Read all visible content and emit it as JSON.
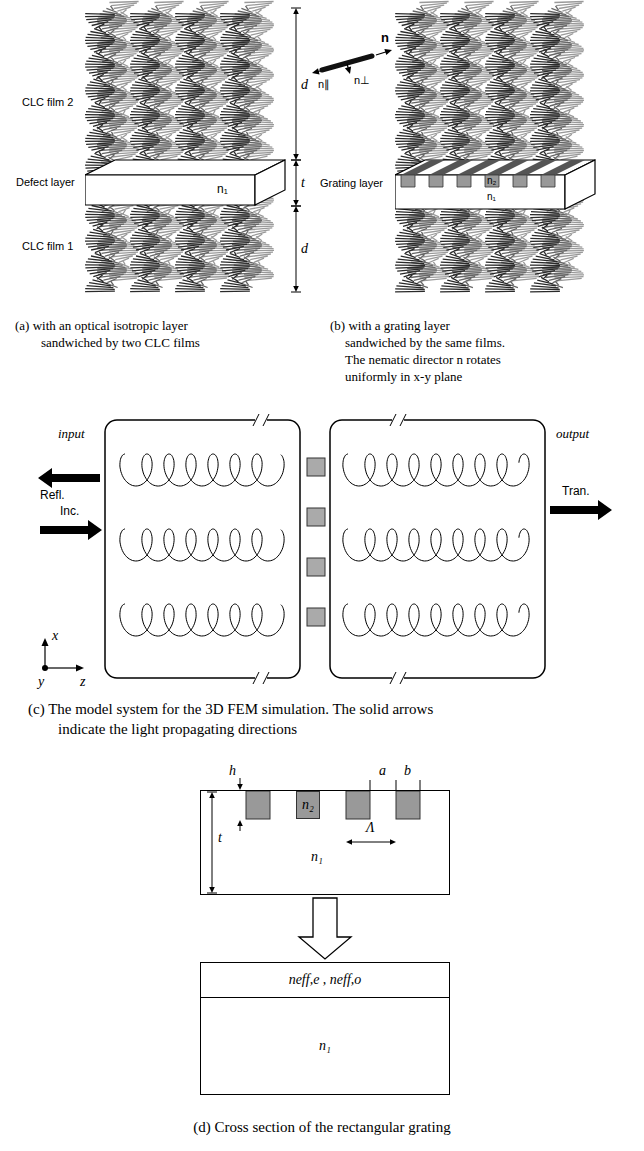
{
  "diagram": {
    "nodes": [
      {
        "text": [
          "n₁"
        ]
      },
      {
        "text": [
          "n₂",
          "n₁"
        ]
      },
      {
        "text": [
          "n₁"
        ]
      },
      {
        "text": [
          "n₂"
        ],
        "in": 2
      },
      {
        "text": [
          "neff,e , neff,o"
        ]
      },
      {
        "text": [
          "n₁"
        ]
      }
    ],
    "edges": [
      {
        "from": 2,
        "to": 4,
        "arrow": "to"
      }
    ],
    "labels": [
      "CLC film 2",
      "Defect layer",
      "CLC film 1",
      "d",
      "t",
      "d",
      "n",
      "n∥",
      "n⊥",
      "Grating layer",
      "(a) with an optical isotropic layer sandwiched by two CLC films",
      "(b) with a grating layer sandwiched by the same films. The nematic director n rotates uniformly in x-y plane",
      "input",
      "output",
      "Refl.",
      "Inc.",
      "Tran.",
      "x",
      "y",
      "z",
      "(c) The model system for the 3D FEM simulation. The solid arrows indicate the light propagating directions",
      "h",
      "a",
      "b",
      "Λ",
      "t",
      "(d) Cross section of the rectangular grating"
    ]
  }
}
